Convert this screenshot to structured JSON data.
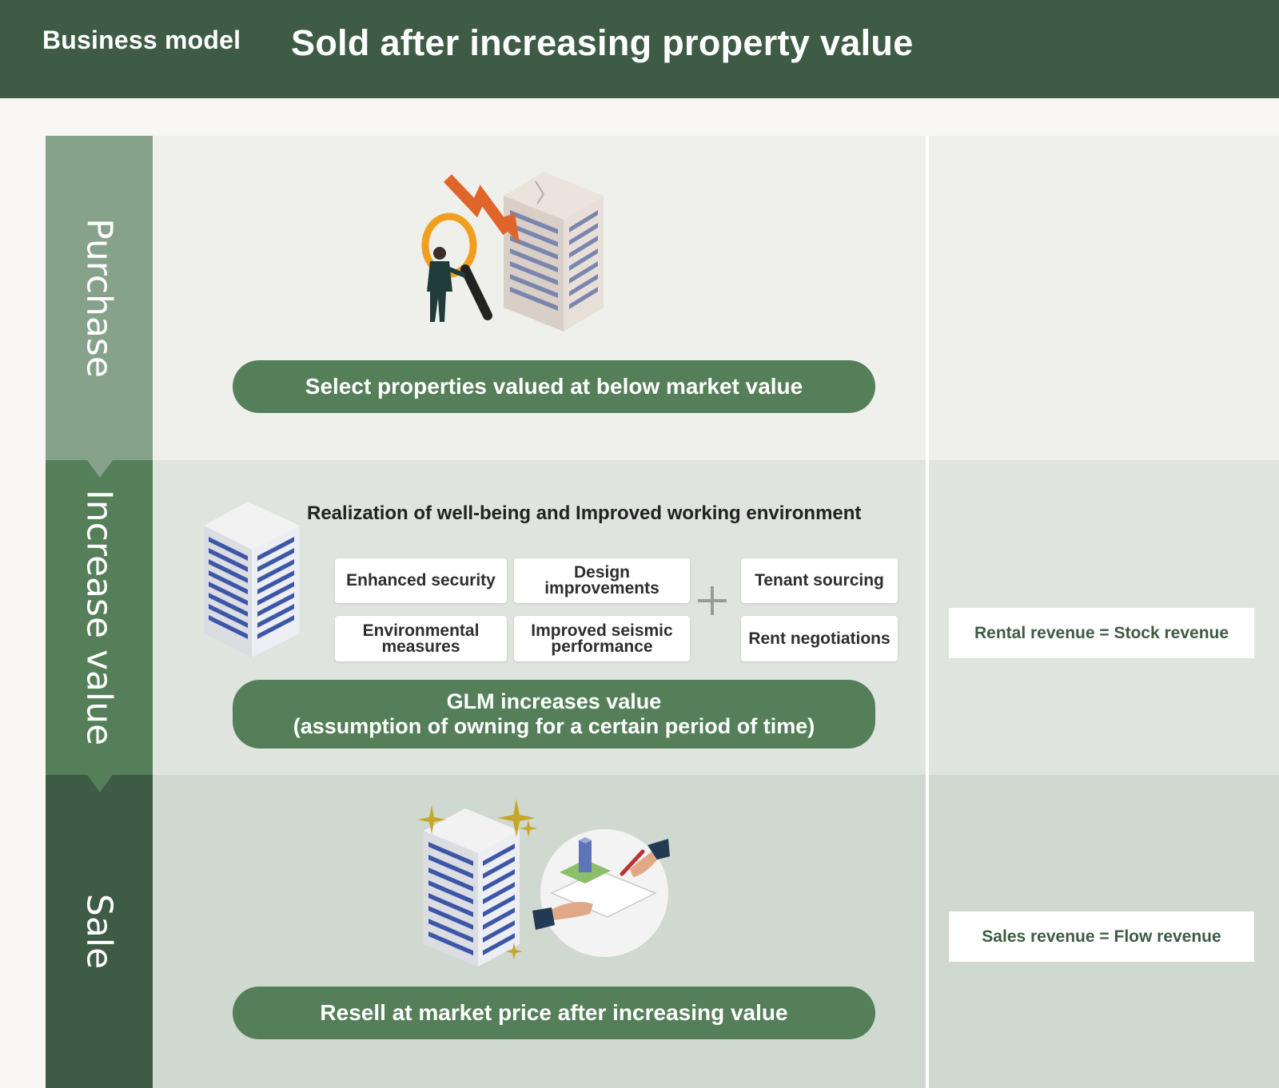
{
  "header": {
    "kicker": "Business model",
    "title": "Sold after increasing property value"
  },
  "stages": [
    {
      "label": "Purchase",
      "pill": [
        "Select properties valued at below market value"
      ],
      "icons": [
        "magnifier-icon",
        "downward-arrow-icon",
        "old-building-icon",
        "businessman-icon"
      ]
    },
    {
      "label": "Increase value",
      "subheading": "Realization of well-being and Improved working environment",
      "measures": [
        [
          "Enhanced security"
        ],
        [
          "Design",
          "improvements"
        ],
        [
          "Environmental",
          "measures"
        ],
        [
          "Improved seismic",
          "performance"
        ]
      ],
      "tenant_measures": [
        "Tenant sourcing",
        "Rent negotiations"
      ],
      "pill": [
        "GLM increases value",
        "(assumption of owning for a certain period of time)"
      ],
      "revenue": "Rental revenue = Stock revenue"
    },
    {
      "label": "Sale",
      "pill": [
        "Resell at market price after increasing value"
      ],
      "revenue": "Sales revenue = Flow revenue",
      "icons": [
        "renovated-building-icon",
        "sparkle-icon",
        "contract-signing-icon"
      ]
    }
  ],
  "colors": {
    "header_bg": "#3e5b45",
    "purchase_label": "#86a28b",
    "increase_label": "#547f59",
    "sale_label": "#3e5b45",
    "pill": "#547f59",
    "purchase_panel": "#eff0ec",
    "increase_panel": "#dfe4de",
    "sale_panel": "#cfd9cf"
  }
}
